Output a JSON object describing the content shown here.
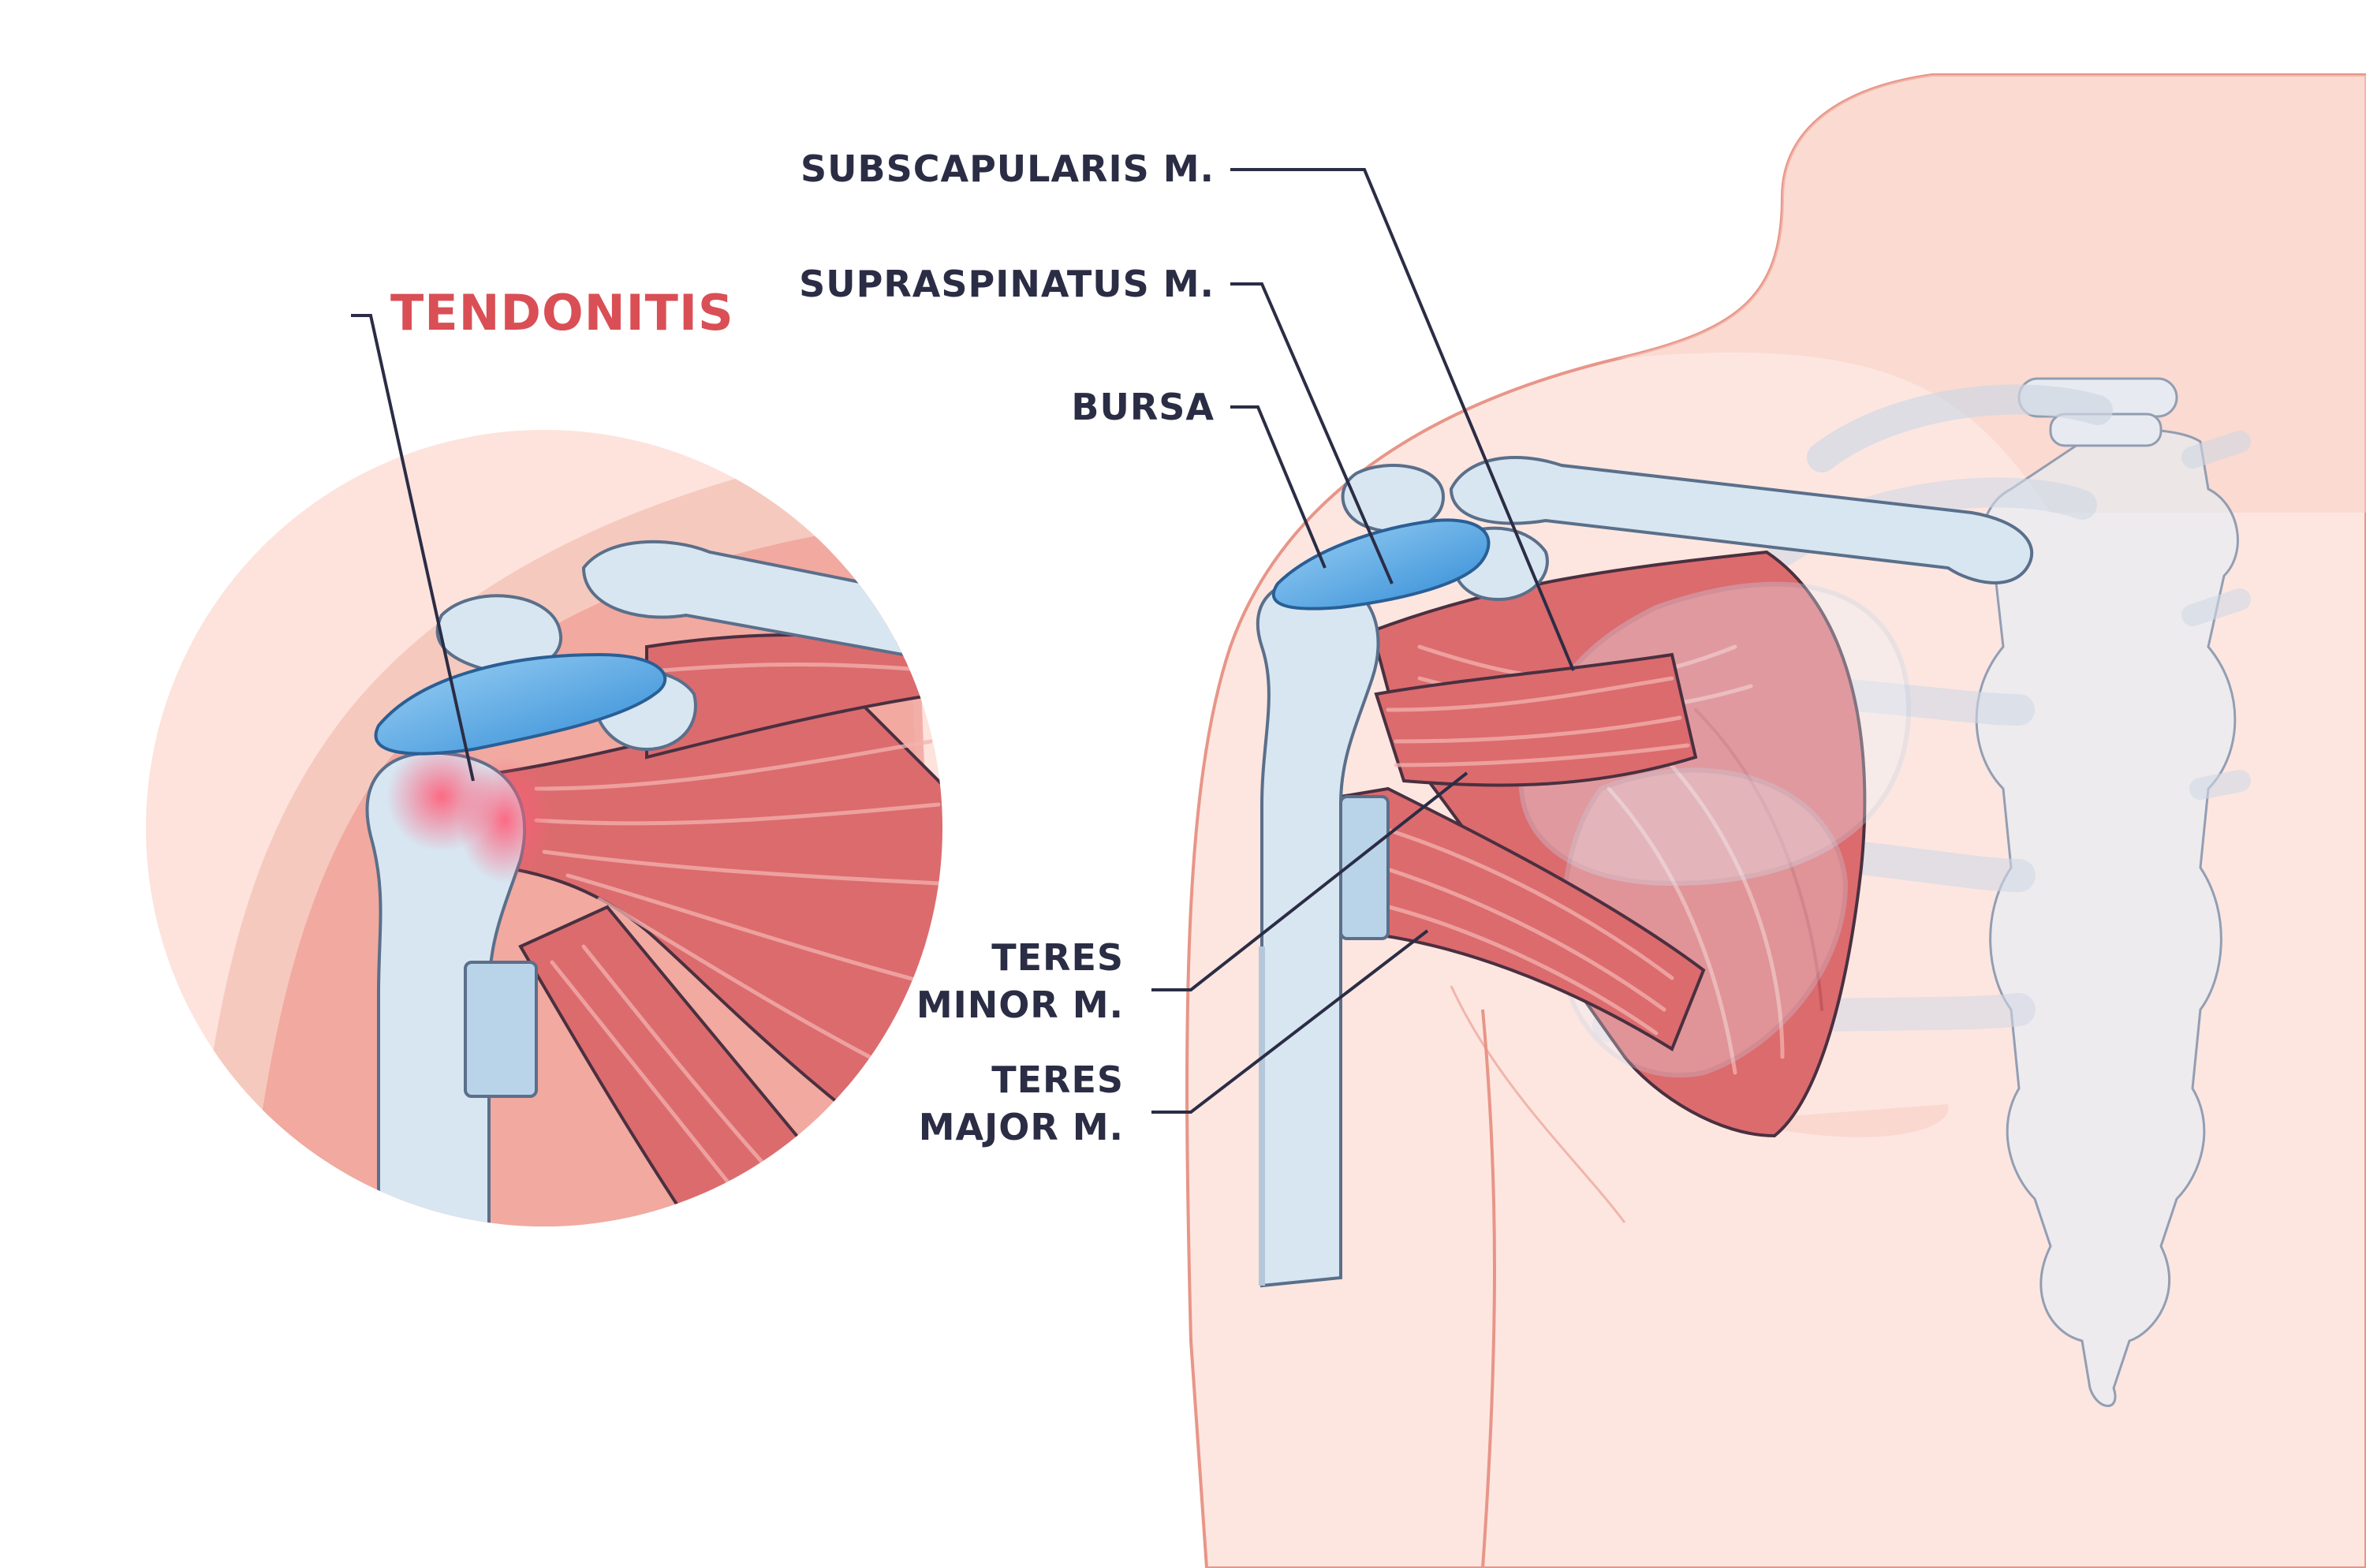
{
  "labels": {
    "tendonitis": "TENDONITIS",
    "subscapularis": "SUBSCAPULARIS M.",
    "supraspinatus": "SUPRASPINATUS M.",
    "bursa": "BURSA",
    "teres_minor_line1": "TERES",
    "teres_minor_line2": "MINOR M.",
    "teres_major_line1": "TERES",
    "teres_major_line2": "MAJOR M."
  },
  "colors": {
    "skin": "#fde3dc",
    "skin_dark": "#f7c9bd",
    "muscle": "#dc6b6e",
    "bone": "#d8e6f2",
    "bursa": "#4fa3e0",
    "label": "#2b2d45",
    "accent_red": "#d94f55"
  }
}
